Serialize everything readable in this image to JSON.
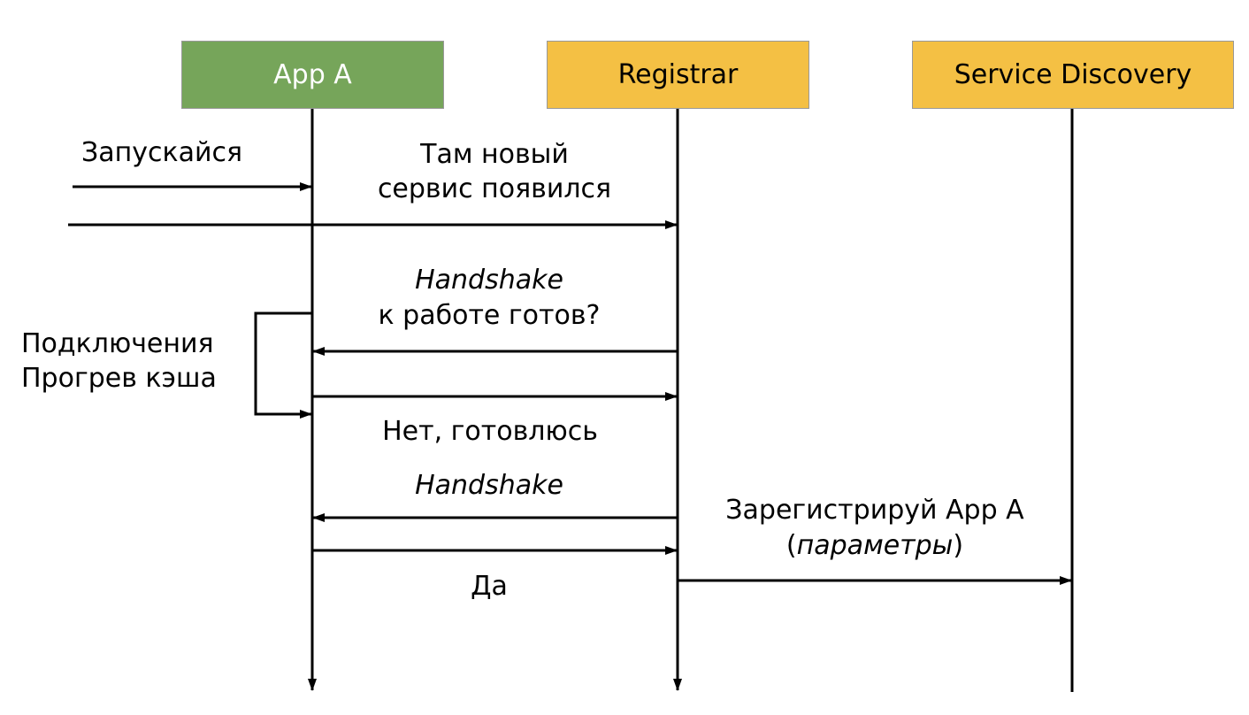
{
  "participants": {
    "app_a": "App A",
    "registrar": "Registrar",
    "service_discovery": "Service Discovery"
  },
  "colors": {
    "app_fill": "#76a55a",
    "service_fill": "#f4c044",
    "line": "#000000"
  },
  "messages": {
    "start_label": "Запускайся",
    "new_service_line1": "Там новый",
    "new_service_line2": "сервис появился",
    "handshake1_line1": "Handshake",
    "handshake1_line2": "к работе готов?",
    "self_process_line1": "Подключения",
    "self_process_line2": "Прогрев кэша",
    "not_ready": "Нет, готовлюсь",
    "handshake2": "Handshake",
    "register_line1": "Зарегистрируй App A",
    "register_params_open": "(",
    "register_params": "параметры",
    "register_params_close": ")",
    "yes": "Да"
  }
}
